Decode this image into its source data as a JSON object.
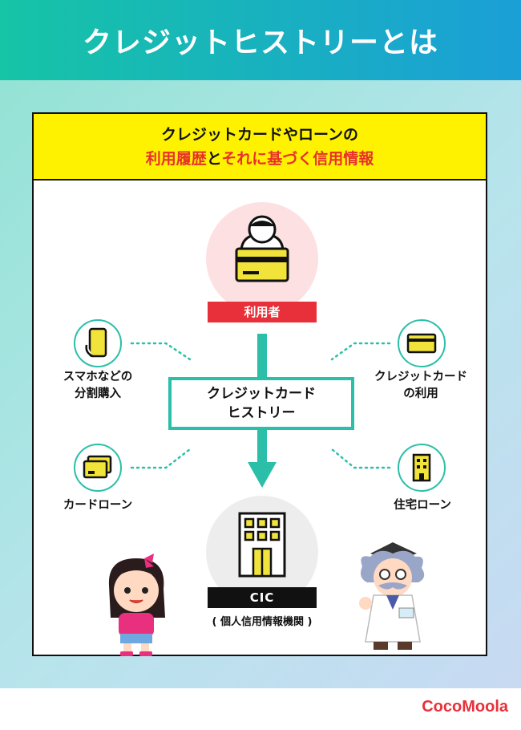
{
  "header": {
    "title": "クレジットヒストリーとは"
  },
  "banner": {
    "line1": "クレジットカードやローンの",
    "line2_red": "利用履歴",
    "line2_mid": "と",
    "line2_red2": "それに基づく信用情報"
  },
  "center": {
    "line1": "クレジットカード",
    "line2": "ヒストリー"
  },
  "user": {
    "label": "利用者"
  },
  "cic": {
    "label": "CIC",
    "sub": "( 個人信用情報機関 )"
  },
  "items": {
    "smartphone": {
      "line1": "スマホなどの",
      "line2": "分割購入"
    },
    "card_use": {
      "line1": "クレジットカード",
      "line2": "の利用"
    },
    "card_loan": {
      "label": "カードローン"
    },
    "housing_loan": {
      "label": "住宅ローン"
    }
  },
  "footer": {
    "logo": "CocoMoola"
  },
  "colors": {
    "teal": "#2bbfa9",
    "red": "#e8303a",
    "yellow": "#fff200"
  }
}
